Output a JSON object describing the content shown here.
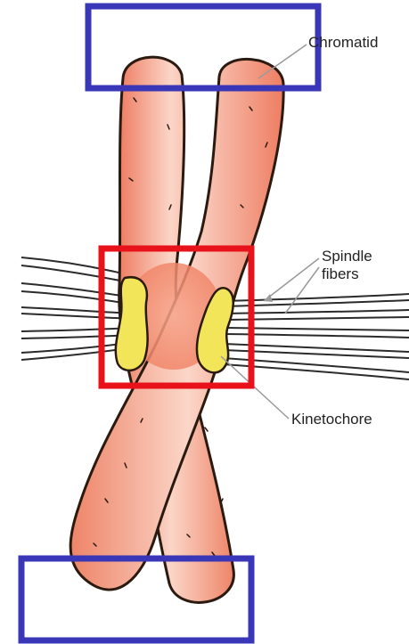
{
  "labels": {
    "chromatid": "Chromatid",
    "spindle_line1": "Spindle",
    "spindle_line2": "fibers",
    "kinetochore": "Kinetochore"
  },
  "colors": {
    "chromatid_fill": "#f08a70",
    "chromatid_highlight": "#fbd3c4",
    "chromatid_outline": "#2a1a10",
    "kinetochore_fill": "#f2e55a",
    "spindle_fiber": "#2b2b2b",
    "highlight_box_red": "#e8131a",
    "highlight_box_blue": "#3a36b8",
    "leader_line": "#9a9a9a"
  },
  "icons": {
    "spindle_arrowheads": "arrow-icon"
  }
}
